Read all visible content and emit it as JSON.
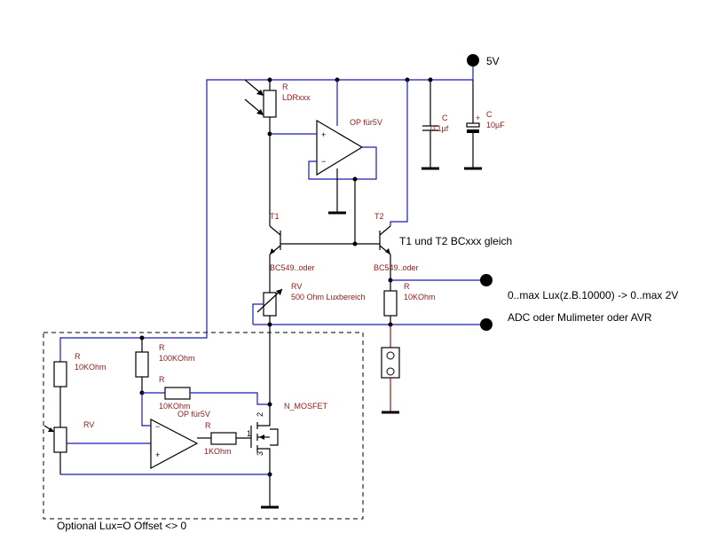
{
  "supply": {
    "label": "5V"
  },
  "components": {
    "ldr": {
      "type": "R",
      "name": "LDRxxx"
    },
    "op1": {
      "name": "OP für5V",
      "plus": "+",
      "minus": "−"
    },
    "c1": {
      "type": "C",
      "value": "0.1µf"
    },
    "c2": {
      "type": "C",
      "value": "10µF",
      "pol": "+"
    },
    "t1": {
      "name": "T1",
      "part": "BC549..oder"
    },
    "t2": {
      "name": "T2",
      "part": "BC549..oder"
    },
    "rv1": {
      "type": "RV",
      "value": "500 Ohm Luxbereich"
    },
    "r_out": {
      "type": "R",
      "value": "10KOhm"
    },
    "r_a": {
      "type": "R",
      "value": "10KOhm"
    },
    "rv2": {
      "type": "RV"
    },
    "r_b": {
      "type": "R",
      "value": "100KOhm"
    },
    "r_c": {
      "type": "R",
      "value": "10KOhm"
    },
    "op2": {
      "name": "OP für5V",
      "plus": "+",
      "minus": "−"
    },
    "r_d": {
      "type": "R",
      "value": "1KOhm"
    },
    "mosfet": {
      "name": "N_MOSFET",
      "pin_gate": "1",
      "pin_drain": "2",
      "pin_source": "3"
    }
  },
  "annotations": {
    "transistors_note": "T1 und T2  BCxxx  gleich",
    "output_note": "0..max Lux(z.B.10000)  -> 0..max 2V",
    "adc_note": "ADC  oder Mulimeter oder AVR",
    "optional_note": "Optional     Lux=O  Offset <> 0"
  }
}
